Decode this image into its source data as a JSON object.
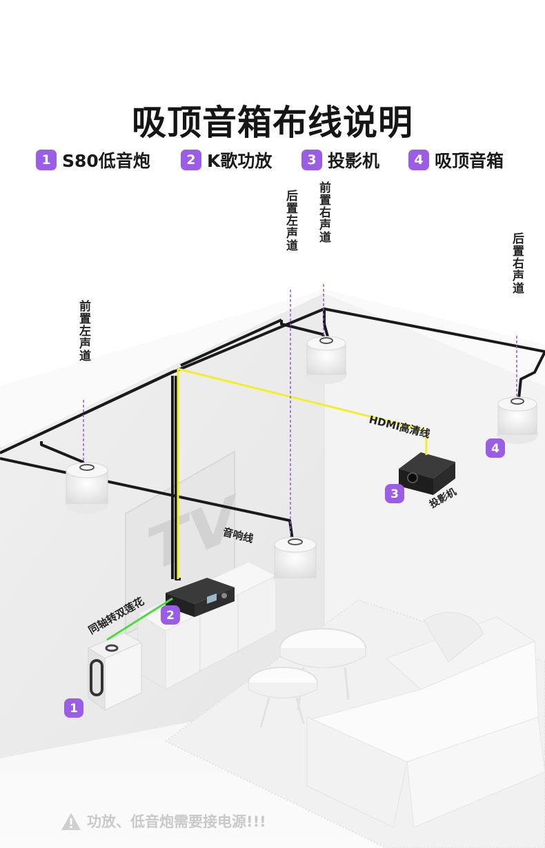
{
  "title": "吸顶音箱布线说明",
  "legend": [
    {
      "num": "1",
      "label": "S80低音炮"
    },
    {
      "num": "2",
      "label": "K歌功放"
    },
    {
      "num": "3",
      "label": "投影机"
    },
    {
      "num": "4",
      "label": "吸顶音箱"
    }
  ],
  "channels": {
    "front_left": "前置左声道",
    "rear_left": "后置左声道",
    "front_right": "前置右声道",
    "rear_right": "后置右声道"
  },
  "cables": {
    "hdmi": "HDMI高清线",
    "speaker": "音响线",
    "coaxial": "同轴转双莲花"
  },
  "devices": {
    "projector": "投影机",
    "tv": "TV"
  },
  "markers": [
    "1",
    "2",
    "3",
    "4"
  ],
  "warning": "功放、低音炮需要接电源!!!",
  "colors": {
    "accent": "#9b5de5",
    "hdmi_cable": "#f2ee2e",
    "speaker_cable": "#1a1a1a",
    "coax_cable": "#4bdc3c",
    "guide_line": "#8e5ad6"
  }
}
